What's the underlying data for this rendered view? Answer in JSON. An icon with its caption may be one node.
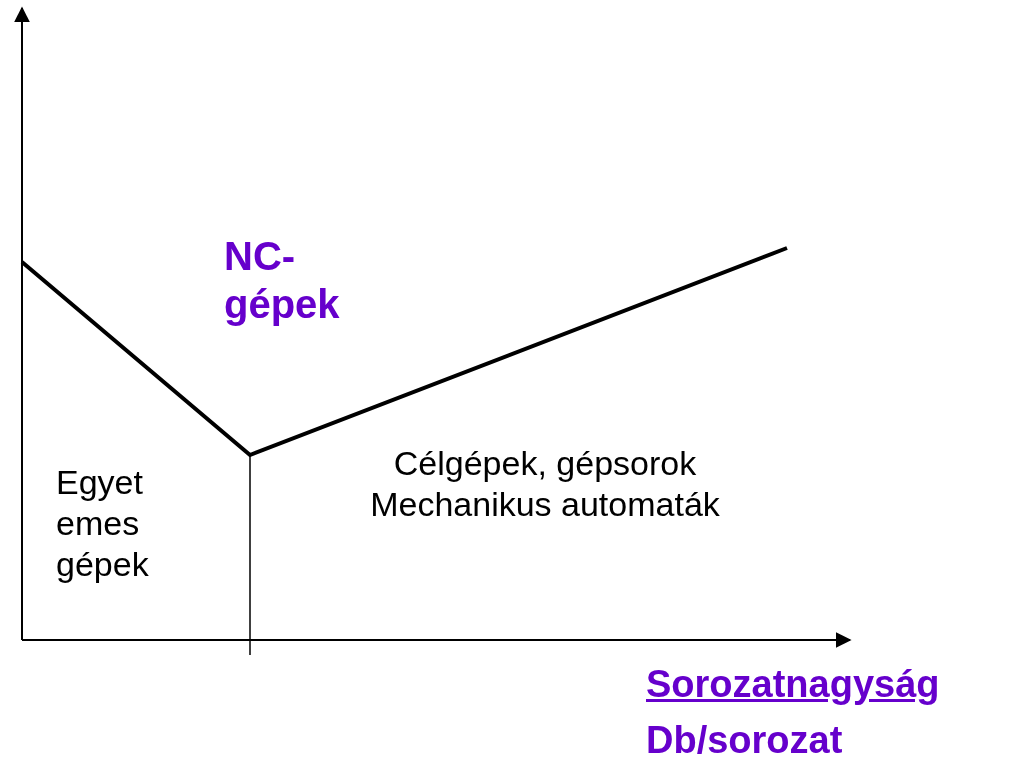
{
  "diagram": {
    "labels": [
      "NC- gépek",
      "Egyet emes gépek",
      "Célgépek, gépsorok Mechanikus automaták",
      "Sorozatnagyság",
      "Db/sorozat"
    ]
  }
}
